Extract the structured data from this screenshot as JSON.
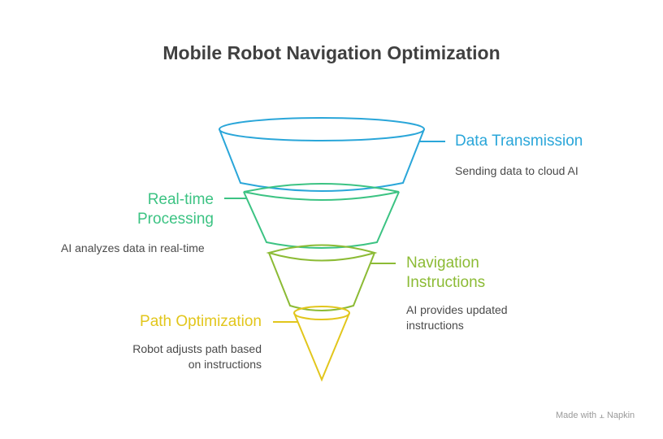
{
  "title": "Mobile Robot Navigation Optimization",
  "stages": [
    {
      "label": "Data Transmission",
      "description": "Sending data to cloud AI",
      "color": "#2aa6d9"
    },
    {
      "label": "Real-time Processing",
      "label_lines": [
        "Real-time",
        "Processing"
      ],
      "description": "AI analyzes data in real-time",
      "color": "#3cc383"
    },
    {
      "label": "Navigation Instructions",
      "label_lines": [
        "Navigation",
        "Instructions"
      ],
      "description_lines": [
        "AI provides updated",
        "instructions"
      ],
      "color": "#8cbb35"
    },
    {
      "label": "Path Optimization",
      "description_lines": [
        "Robot adjusts path based",
        "on instructions"
      ],
      "color": "#e2c61c"
    }
  ],
  "footer": {
    "made_with": "Made with",
    "brand": "Napkin"
  }
}
